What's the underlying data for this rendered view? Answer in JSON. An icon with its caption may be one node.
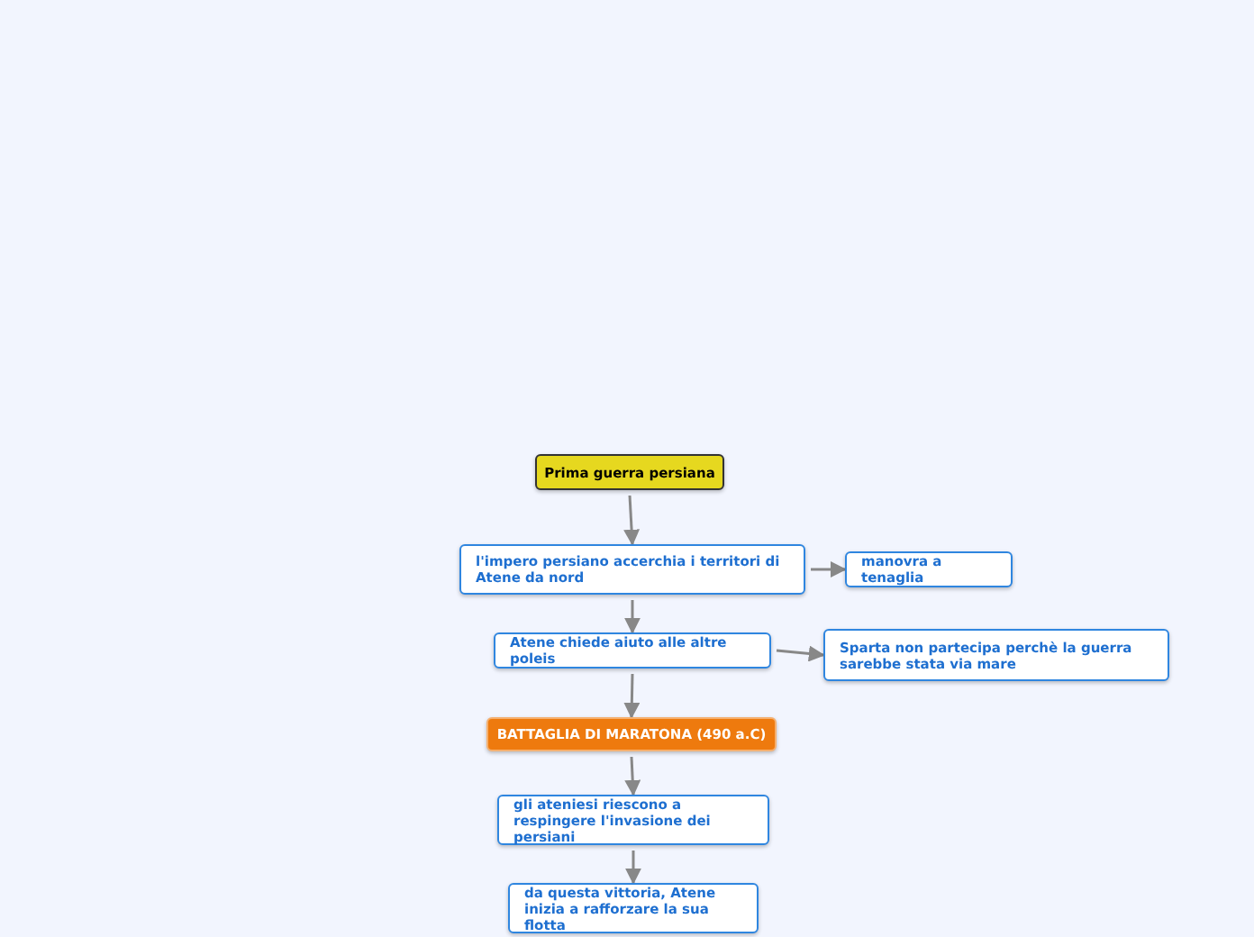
{
  "diagram": {
    "nodes": [
      {
        "text": [
          "Prima guerra persiana"
        ]
      },
      {
        "text": [
          "l'impero persiano accerchia i territori di Atene da nord"
        ]
      },
      {
        "text": [
          "manovra a tenaglia"
        ]
      },
      {
        "text": [
          "Atene chiede aiuto alle altre poleis"
        ]
      },
      {
        "text": [
          "Sparta non partecipa perchè la guerra sarebbe stata via mare"
        ]
      },
      {
        "text": [
          "BATTAGLIA DI MARATONA (490 a.C)"
        ]
      },
      {
        "text": [
          "gli ateniesi riescono a respingere l'invasione dei persiani"
        ]
      },
      {
        "text": [
          "da questa vittoria, Atene inizia a rafforzare la sua flotta"
        ]
      }
    ],
    "edges": [
      {
        "from": 0,
        "to": 1,
        "arrow": "to"
      },
      {
        "from": 1,
        "to": 2,
        "arrow": "to"
      },
      {
        "from": 1,
        "to": 3,
        "arrow": "to"
      },
      {
        "from": 3,
        "to": 4,
        "arrow": "to"
      },
      {
        "from": 3,
        "to": 5,
        "arrow": "to"
      },
      {
        "from": 5,
        "to": 6,
        "arrow": "to"
      },
      {
        "from": 6,
        "to": 7,
        "arrow": "to"
      }
    ]
  }
}
